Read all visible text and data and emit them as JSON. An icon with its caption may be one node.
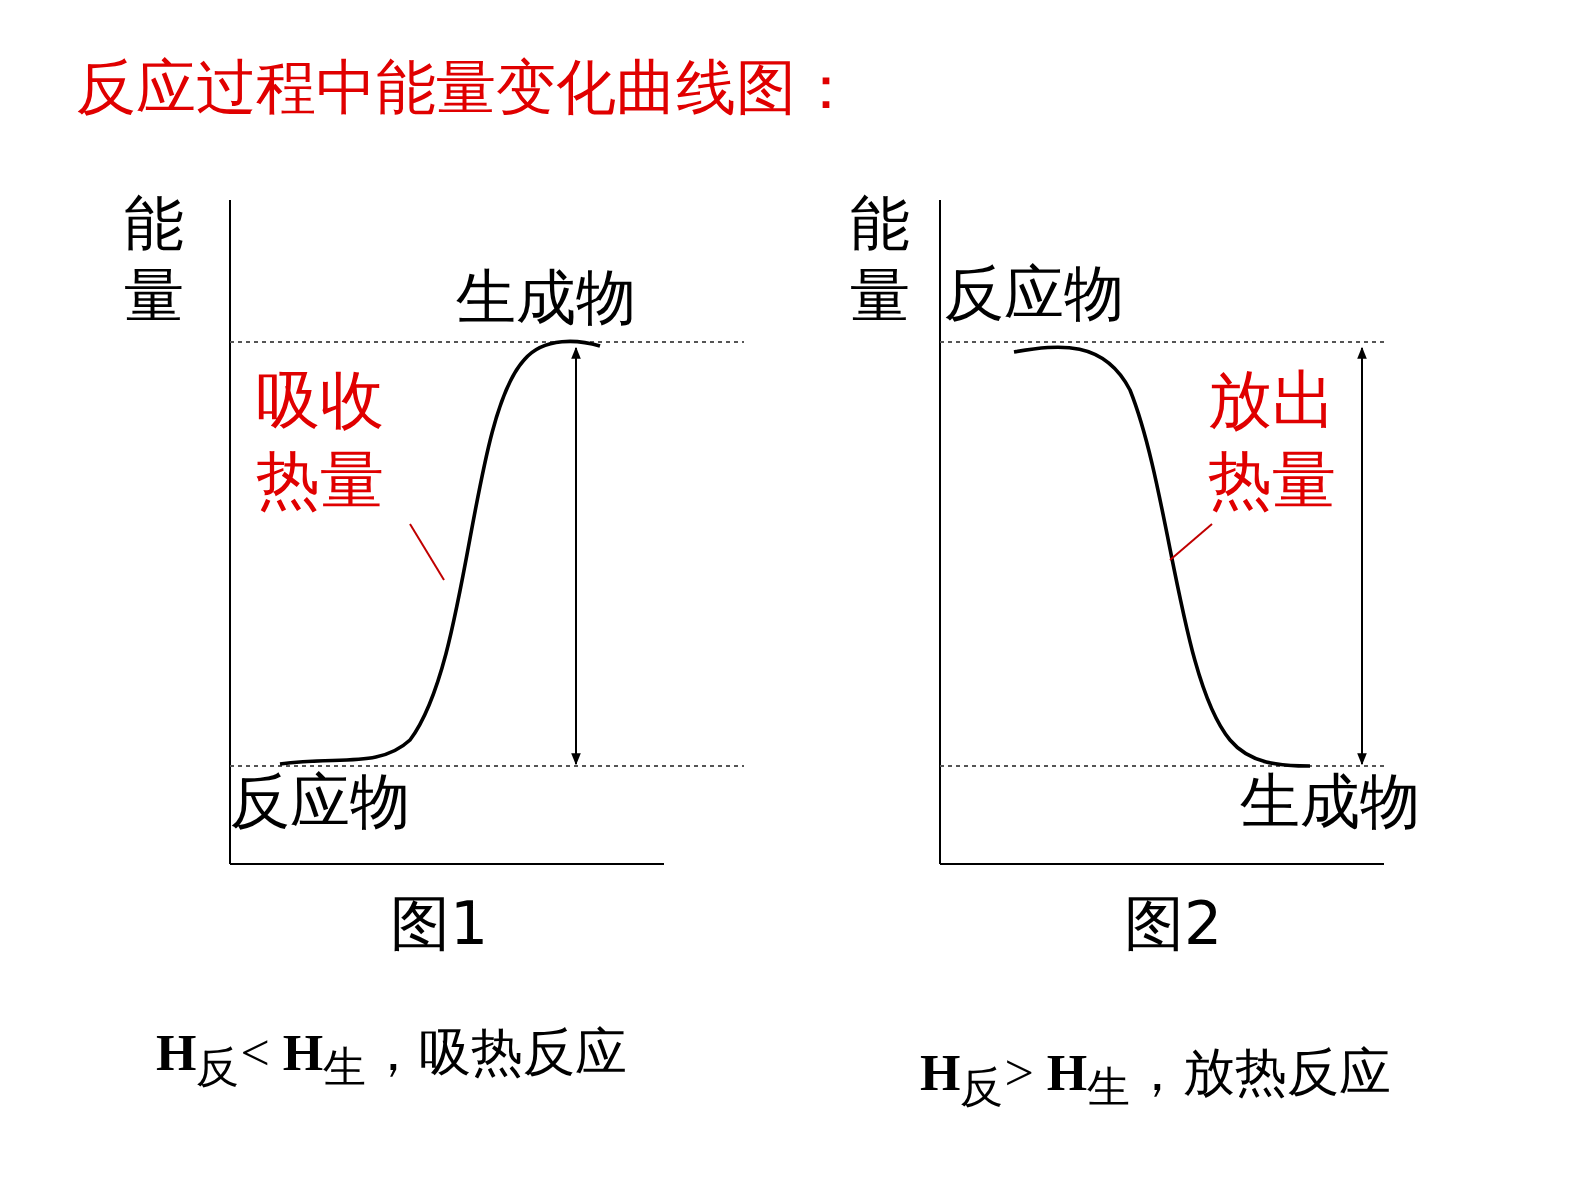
{
  "diagram": {
    "title": "反应过程中能量变化曲线图：",
    "nodes": [
      {
        "text": [
          "吸收热量"
        ]
      },
      {
        "text": [],
        "shape": "curve"
      },
      {
        "text": [
          "放出热量"
        ]
      },
      {
        "text": [],
        "shape": "curve"
      }
    ],
    "edges": [
      {
        "from": 0,
        "to": 1,
        "arrow": "none"
      },
      {
        "from": 2,
        "to": 3,
        "arrow": "none"
      }
    ],
    "labels": [
      "能量",
      "生成物",
      "反应物",
      "图1",
      "能量",
      "反应物",
      "生成物",
      "图2",
      "**H**$_{反}$< **H**$_{生}$，吸热反应",
      "**H**$_{反}$> **H**$_{生}$，放热反应"
    ]
  }
}
